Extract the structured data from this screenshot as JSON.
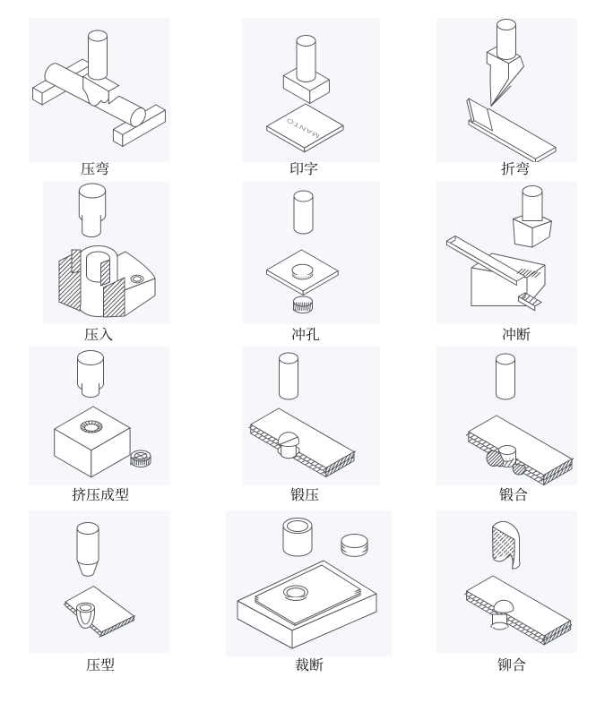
{
  "page": {
    "background": "#ffffff"
  },
  "colors": {
    "panel": "#f5f7fa",
    "line": "#54585d",
    "label": "#17181a"
  },
  "grid": {
    "rows": 4,
    "cols": 3
  },
  "cells": [
    {
      "label": "压弯",
      "operation": "press-bend"
    },
    {
      "label": "印字",
      "operation": "stamp-marking"
    },
    {
      "label": "折弯",
      "operation": "fold-bend"
    },
    {
      "label": "压入",
      "operation": "press-in"
    },
    {
      "label": "冲孔",
      "operation": "punch-hole"
    },
    {
      "label": "冲断",
      "operation": "punch-cut"
    },
    {
      "label": "挤压成型",
      "operation": "extrusion-forming"
    },
    {
      "label": "锻压",
      "operation": "forge-press"
    },
    {
      "label": "锻合",
      "operation": "forge-join"
    },
    {
      "label": "压型",
      "operation": "press-form"
    },
    {
      "label": "裁断",
      "operation": "shear-cut"
    },
    {
      "label": "铆合",
      "operation": "rivet-join"
    }
  ],
  "stamp_plate_text": "MANTO"
}
